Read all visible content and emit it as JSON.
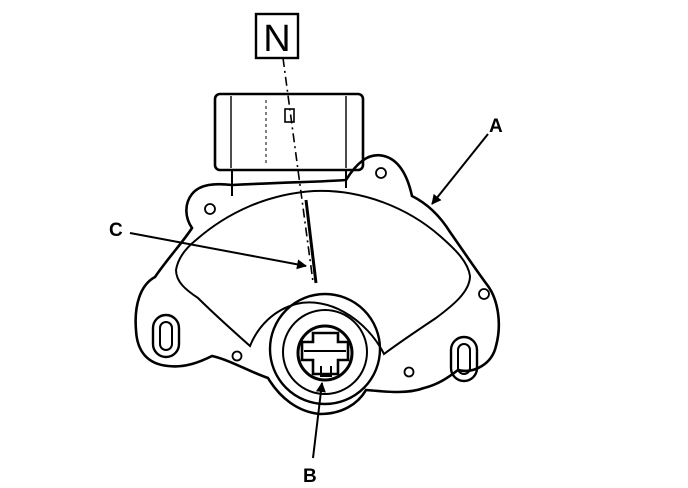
{
  "callouts": {
    "position": "N",
    "a": "A",
    "b": "B",
    "c": "C"
  },
  "colors": {
    "ink": "#000000",
    "paper": "#ffffff"
  }
}
